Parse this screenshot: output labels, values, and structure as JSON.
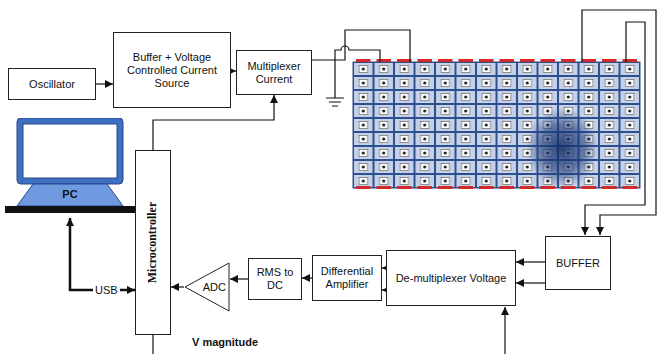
{
  "diagram": {
    "nodes": [
      {
        "text": [
          "Oscillator"
        ]
      },
      {
        "text": [
          "Buffer + Voltage Controlled Current Source"
        ]
      },
      {
        "text": [
          "Multiplexer Current"
        ]
      },
      {
        "text": [
          "PC"
        ]
      },
      {
        "text": [
          "Microcontroller"
        ]
      },
      {
        "text": [
          "ADC"
        ]
      },
      {
        "text": [
          "RMS to DC"
        ]
      },
      {
        "text": [
          "Differential Amplifier"
        ]
      },
      {
        "text": [
          "De-multiplexer Voltage"
        ]
      },
      {
        "text": [
          "BUFFER"
        ]
      }
    ],
    "edges": [
      {
        "from": 0,
        "to": 1,
        "arrow": "to"
      },
      {
        "from": 1,
        "to": 2,
        "arrow": "to"
      },
      {
        "from": 4,
        "to": 2,
        "arrow": "to"
      },
      {
        "from": 3,
        "to": 4,
        "arrow": "both",
        "label": "USB"
      },
      {
        "from": 9,
        "to": 8,
        "arrow": "to"
      },
      {
        "from": 9,
        "to": 8,
        "arrow": "to"
      },
      {
        "from": 8,
        "to": 7,
        "arrow": "to"
      },
      {
        "from": 8,
        "to": 7,
        "arrow": "to"
      },
      {
        "from": 7,
        "to": 6,
        "arrow": "to"
      },
      {
        "from": 6,
        "to": 5,
        "arrow": "to"
      },
      {
        "from": 5,
        "to": 4,
        "arrow": "to"
      }
    ],
    "labels": [
      "V magnitude"
    ]
  }
}
